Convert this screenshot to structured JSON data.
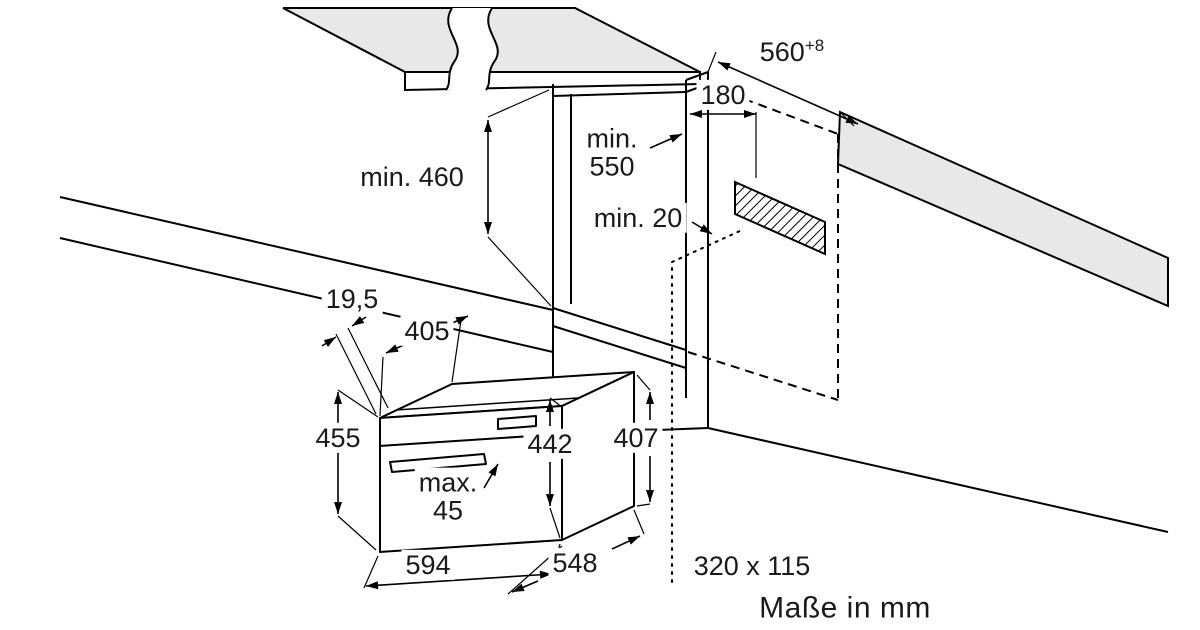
{
  "diagram": {
    "title": "built-in oven installation drawing",
    "units_note": "Maße in mm",
    "dimensions": {
      "niche_height": "min. 460",
      "niche_depth": "min.\n550",
      "vent_offset": "180",
      "niche_width": {
        "value": "560",
        "tolerance": "+8"
      },
      "rear_gap": "min. 20",
      "vent_cutout": "320 x 115",
      "front_overhang": "19,5",
      "top_depth": "405",
      "side_height": "455",
      "front_height": "442",
      "body_height": "407",
      "handle_protrusion": "max.\n45",
      "appliance_width": "594",
      "appliance_depth": "548"
    },
    "colors": {
      "line": "#000000",
      "surface": "#e8e8e8",
      "background": "#ffffff"
    }
  }
}
